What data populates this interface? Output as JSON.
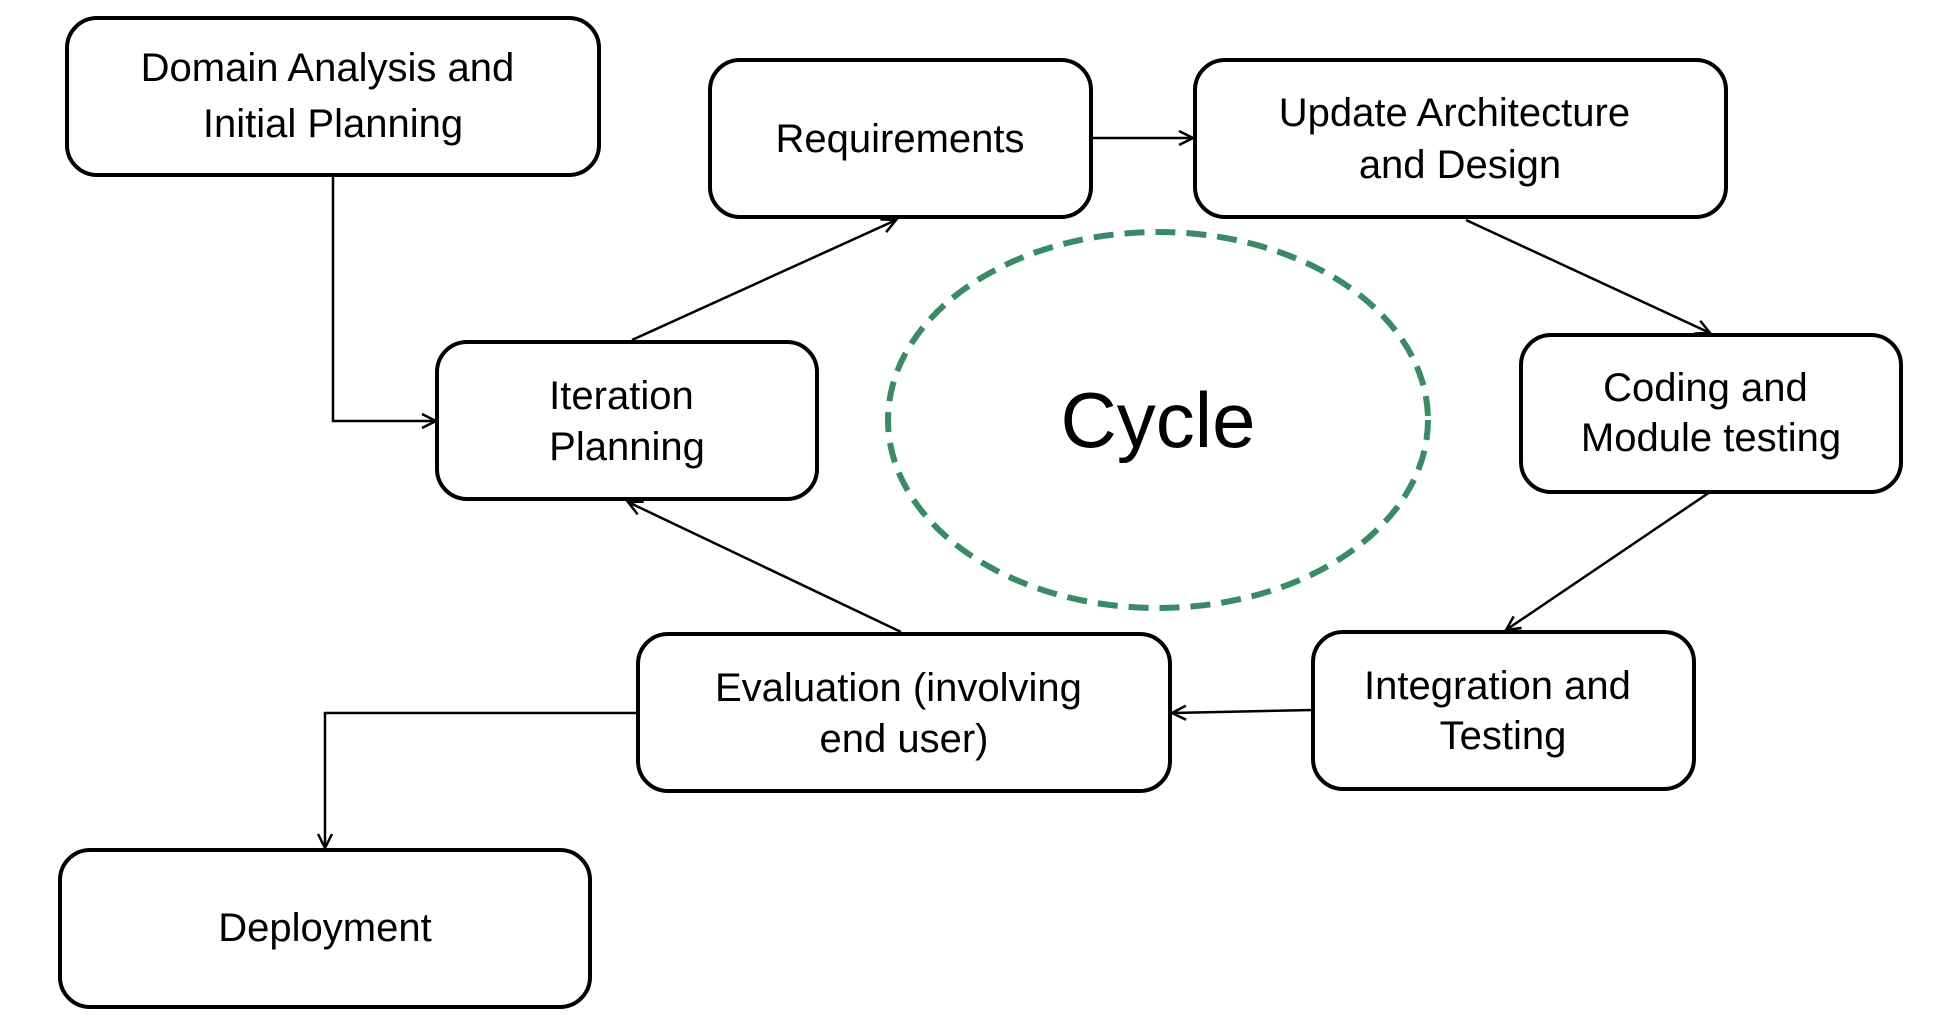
{
  "nodes": [
    {
      "id": "domain",
      "lines": [
        "Domain Analysis and",
        "Initial Planning"
      ]
    },
    {
      "id": "requirements",
      "lines": [
        "Requirements"
      ]
    },
    {
      "id": "architecture",
      "lines": [
        "Update Architecture",
        "and Design"
      ]
    },
    {
      "id": "iteration",
      "lines": [
        "Iteration",
        "Planning"
      ]
    },
    {
      "id": "coding",
      "lines": [
        "Coding and",
        "Module testing"
      ]
    },
    {
      "id": "integration",
      "lines": [
        "Integration and",
        "Testing"
      ]
    },
    {
      "id": "evaluation",
      "lines": [
        "Evaluation (involving",
        "end user)"
      ]
    },
    {
      "id": "deployment",
      "lines": [
        "Deployment"
      ]
    }
  ],
  "edges": [
    {
      "from": "domain",
      "to": "iteration"
    },
    {
      "from": "iteration",
      "to": "requirements"
    },
    {
      "from": "requirements",
      "to": "architecture"
    },
    {
      "from": "architecture",
      "to": "coding"
    },
    {
      "from": "coding",
      "to": "integration"
    },
    {
      "from": "integration",
      "to": "evaluation"
    },
    {
      "from": "evaluation",
      "to": "iteration"
    },
    {
      "from": "evaluation",
      "to": "deployment"
    }
  ],
  "cycle": {
    "label": "Cycle",
    "color": "#3b8a67"
  }
}
